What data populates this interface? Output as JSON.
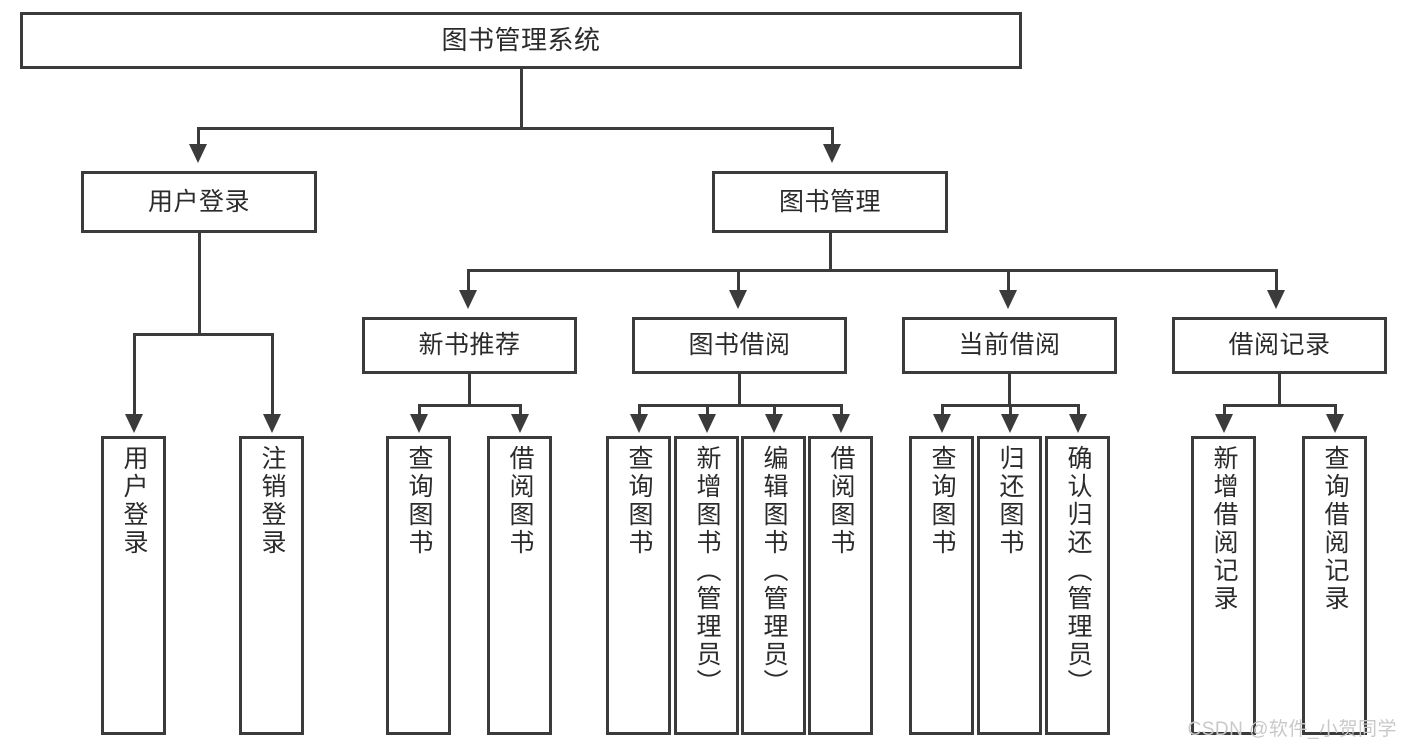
{
  "diagram": {
    "title": "图书管理系统",
    "type": "tree",
    "nodes": {
      "root": {
        "label": "图书管理系统"
      },
      "level2": [
        {
          "id": "user-login",
          "label": "用户登录"
        },
        {
          "id": "book-management",
          "label": "图书管理"
        }
      ],
      "level3": [
        {
          "id": "new-book-recommend",
          "label": "新书推荐",
          "parent": "book-management"
        },
        {
          "id": "book-borrow",
          "label": "图书借阅",
          "parent": "book-management"
        },
        {
          "id": "current-borrow",
          "label": "当前借阅",
          "parent": "book-management"
        },
        {
          "id": "borrow-record",
          "label": "借阅记录",
          "parent": "book-management"
        }
      ],
      "leaves": [
        {
          "id": "leaf-user-login",
          "label": "用户登录",
          "parent": "user-login"
        },
        {
          "id": "leaf-logout",
          "label": "注销登录",
          "parent": "user-login"
        },
        {
          "id": "leaf-query-book-1",
          "label": "查询图书",
          "parent": "new-book-recommend"
        },
        {
          "id": "leaf-borrow-book-1",
          "label": "借阅图书",
          "parent": "new-book-recommend"
        },
        {
          "id": "leaf-query-book-2",
          "label": "查询图书",
          "parent": "book-borrow"
        },
        {
          "id": "leaf-add-book",
          "label": "新增图书（管理员）",
          "parent": "book-borrow"
        },
        {
          "id": "leaf-edit-book",
          "label": "编辑图书（管理员）",
          "parent": "book-borrow"
        },
        {
          "id": "leaf-borrow-book-2",
          "label": "借阅图书",
          "parent": "book-borrow"
        },
        {
          "id": "leaf-query-book-3",
          "label": "查询图书",
          "parent": "current-borrow"
        },
        {
          "id": "leaf-return-book",
          "label": "归还图书",
          "parent": "current-borrow"
        },
        {
          "id": "leaf-confirm-return",
          "label": "确认归还（管理员）",
          "parent": "current-borrow"
        },
        {
          "id": "leaf-add-record",
          "label": "新增借阅记录",
          "parent": "borrow-record"
        },
        {
          "id": "leaf-query-record",
          "label": "查询借阅记录",
          "parent": "borrow-record"
        }
      ]
    },
    "colors": {
      "stroke": "#3b3b3b",
      "fill": "#ffffff",
      "text": "#2b2b2b",
      "watermark": "#c9c9c9"
    }
  },
  "watermark": {
    "text": "CSDN @软件_小贺同学"
  }
}
